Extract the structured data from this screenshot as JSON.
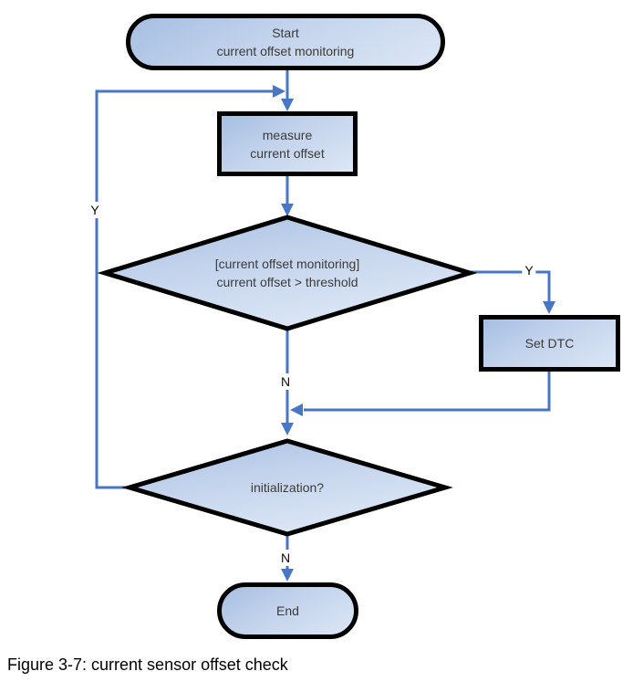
{
  "diagram": {
    "caption": "Figure 3-7: current sensor offset check",
    "nodes": {
      "start": {
        "lines": [
          "Start",
          "current offset monitoring"
        ]
      },
      "measure": {
        "lines": [
          "measure",
          "current offset"
        ]
      },
      "decision_offset": {
        "lines": [
          "[current offset monitoring]",
          "current offset > threshold"
        ]
      },
      "set_dtc": {
        "label": "Set DTC"
      },
      "decision_init": {
        "label": "initialization?"
      },
      "end": {
        "label": "End"
      }
    },
    "edge_labels": {
      "loop_yes": "Y",
      "right_yes": "Y",
      "middle_no": "N",
      "bottom_no": "N"
    },
    "colors": {
      "connector_blue": "#4776c4",
      "node_fill_dark": "#a6bfe2",
      "node_fill_light": "#dce7f6",
      "node_border": "#000000"
    }
  }
}
